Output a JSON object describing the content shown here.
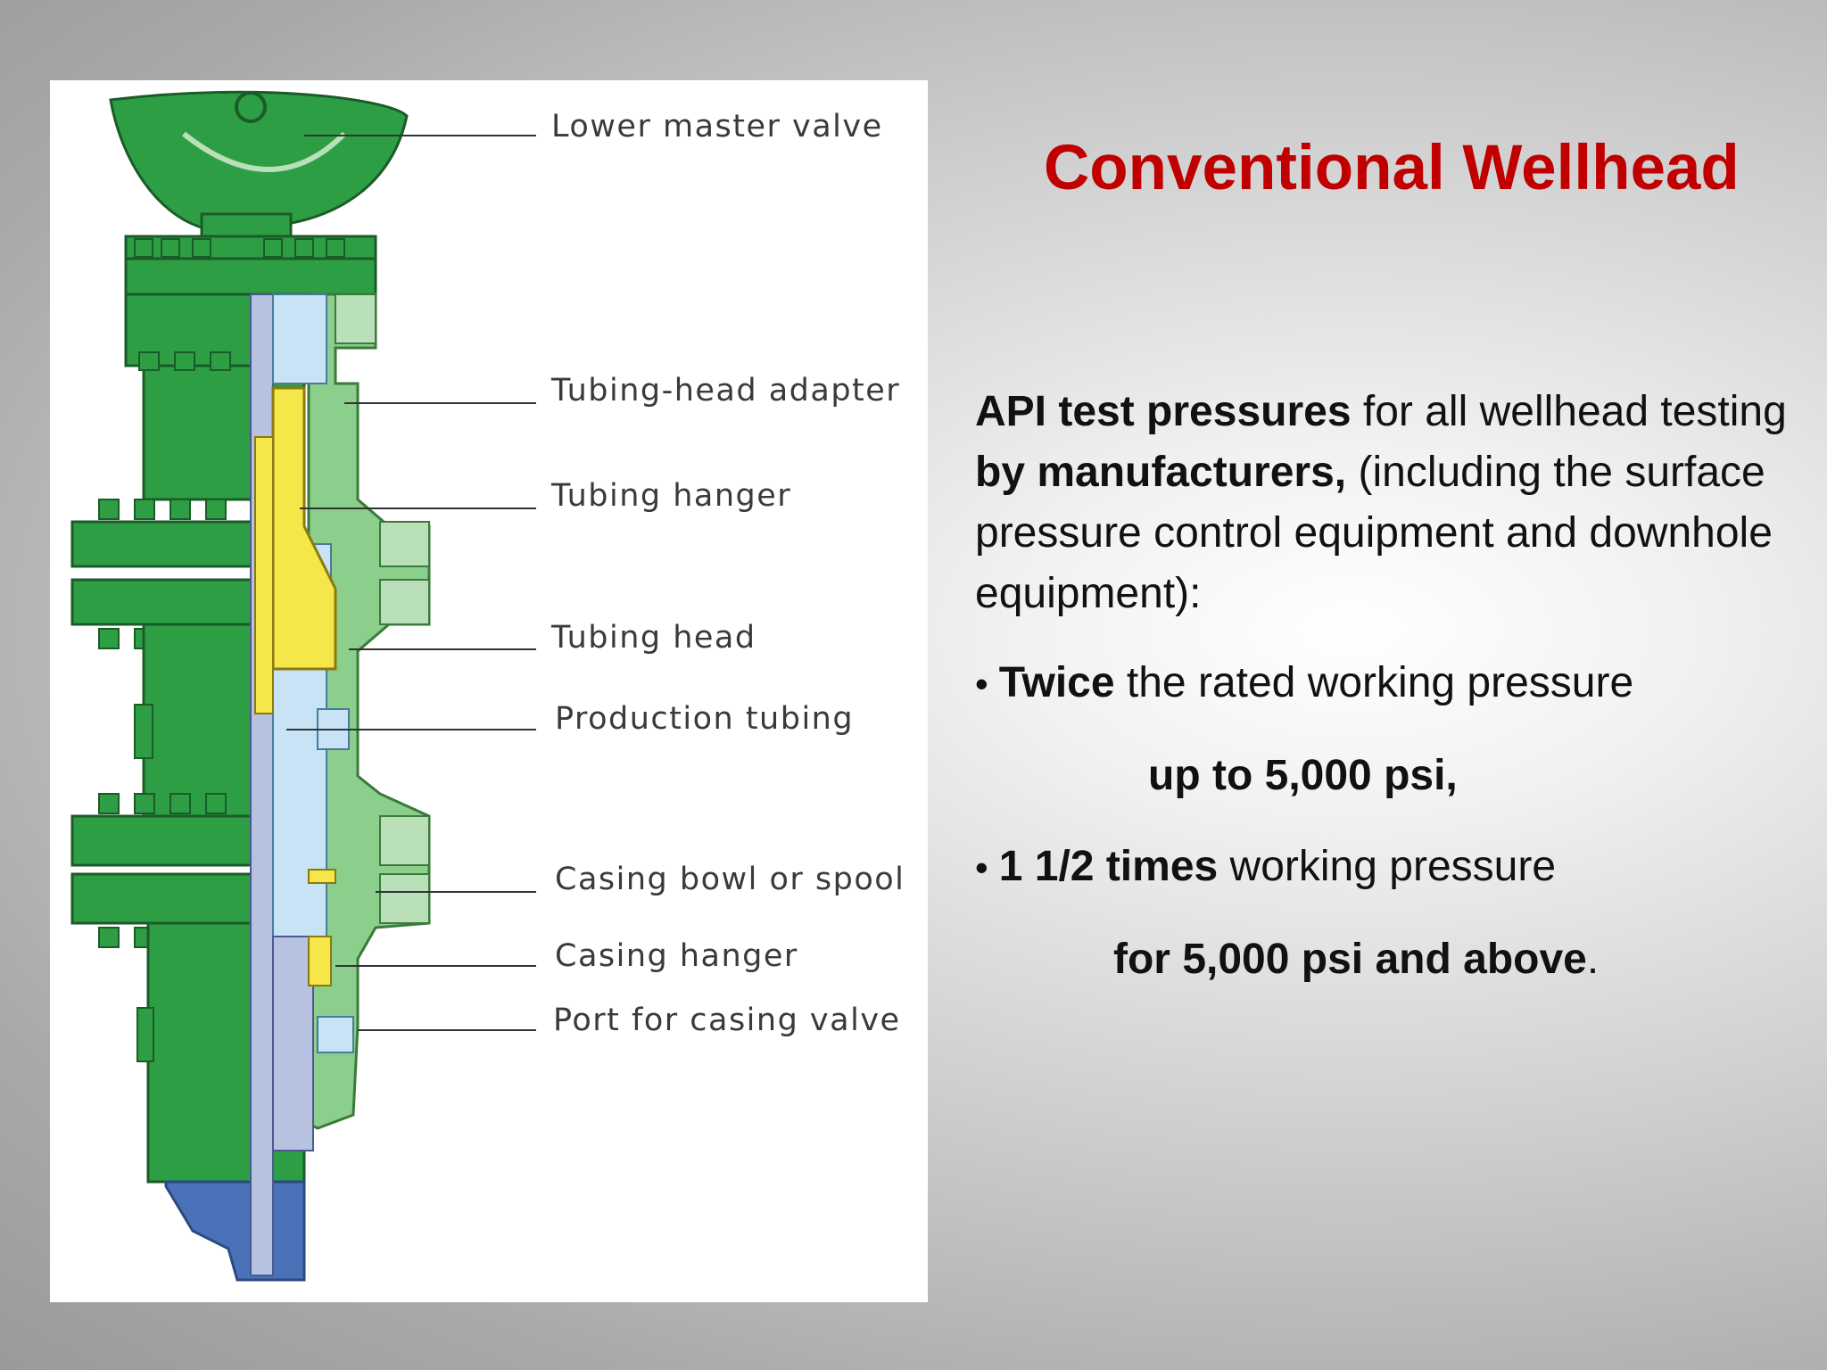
{
  "title": "Conventional Wellhead",
  "diagram": {
    "labels": {
      "lower_master_valve": "Lower master valve",
      "tubing_head_adapter": "Tubing-head adapter",
      "tubing_hanger": "Tubing hanger",
      "tubing_head": "Tubing head",
      "production_tubing": "Production tubing",
      "casing_bowl": "Casing bowl or spool",
      "casing_hanger": "Casing hanger",
      "port_casing_valve": "Port for casing valve"
    },
    "colors": {
      "body_green": "#2e9e44",
      "light_green": "#8ccf8c",
      "hanger_yellow": "#f5e64a",
      "tubing_lightblue": "#c7e3f5",
      "casing_blue": "#4a72b8",
      "inner_lavender": "#b7c1e0"
    }
  },
  "text": {
    "p1_b1": "API test pressures",
    "p1_t1": " for all wellhead testing ",
    "p1_b2": "by manufacturers,",
    "p1_t2": " (including the surface pressure control equipment and downhole equipment):",
    "bullet1_bold": "Twice",
    "bullet1_rest": " the rated working pressure",
    "bullet1_sub": "up to 5,000 psi,",
    "bullet2_bold": "1 1/2 times",
    "bullet2_rest": " working pressure",
    "bullet2_sub_bold": "for 5,000 psi and above",
    "bullet2_sub_end": "."
  }
}
